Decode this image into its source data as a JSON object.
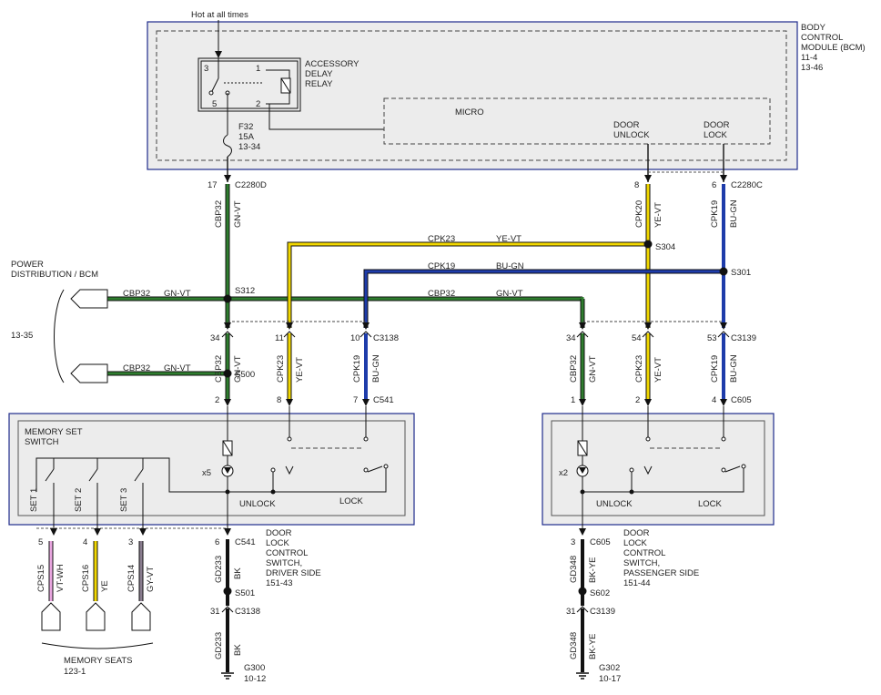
{
  "bcm": {
    "label": [
      "BODY",
      "CONTROL",
      "MODULE (BCM)",
      "11-4",
      "13-46"
    ],
    "hot": "Hot at all times",
    "relay_label": [
      "ACCESSORY",
      "DELAY",
      "RELAY"
    ],
    "relay_pins": {
      "p3": "3",
      "p1": "1",
      "p5": "5",
      "p2": "2"
    },
    "fuse": [
      "F32",
      "15A",
      "13-34"
    ],
    "micro": "MICRO",
    "door_unlock": [
      "DOOR",
      "UNLOCK"
    ],
    "door_lock": [
      "DOOR",
      "LOCK"
    ]
  },
  "connectors": {
    "c2280d_pin": "17",
    "c2280d": "C2280D",
    "c2280c_pin_unlock": "8",
    "c2280c_pin_lock": "6",
    "c2280c": "C2280C",
    "c3138_p1": "34",
    "c3138_p2": "11",
    "c3138_p3": "10",
    "c3138": "C3138",
    "c3139_p1": "34",
    "c3139_p2": "54",
    "c3139_p3": "53",
    "c3139": "C3139",
    "c541_p1": "2",
    "c541_p2": "8",
    "c541_p3": "7",
    "c541": "C541",
    "c605_p1": "1",
    "c605_p2": "2",
    "c605_p3": "4",
    "c605": "C605",
    "c541_gnd_pin": "6",
    "c541_gnd": "C541",
    "c3138_gnd_pin": "31",
    "c3138_gnd": "C3138",
    "c605_gnd_pin": "3",
    "c605_gnd": "C605",
    "c3139_gnd_pin": "31",
    "c3139_gnd": "C3139"
  },
  "splices": {
    "s312": "S312",
    "s500": "S500",
    "s304": "S304",
    "s301": "S301",
    "s501": "S501",
    "s602": "S602"
  },
  "wires": {
    "cbp32": "CBP32",
    "gn_vt": "GN-VT",
    "cpk23": "CPK23",
    "ye_vt": "YE-VT",
    "cpk19": "CPK19",
    "bu_gn": "BU-GN",
    "cpk20": "CPK20",
    "gd233": "GD233",
    "bk": "BK",
    "gd348": "GD348",
    "bk_ye": "BK-YE",
    "cps15": "CPS15",
    "vt_wh": "VT-WH",
    "cps16": "CPS16",
    "ye": "YE",
    "cps14": "CPS14",
    "gy_vt": "GY-VT"
  },
  "power": {
    "label": [
      "POWER",
      "DISTRIBUTION / BCM"
    ],
    "ref": "13-35"
  },
  "memory_switch": {
    "label": [
      "MEMORY SET",
      "SWITCH"
    ],
    "set1": "SET 1",
    "set2": "SET 2",
    "set3": "SET 3",
    "mult": "x5",
    "unlock": "UNLOCK",
    "lock": "LOCK",
    "pins": {
      "p5": "5",
      "p4": "4",
      "p3": "3"
    }
  },
  "passenger_switch": {
    "mult": "x2",
    "unlock": "UNLOCK",
    "lock": "LOCK"
  },
  "driver_desc": [
    "DOOR",
    "LOCK",
    "CONTROL",
    "SWITCH,",
    "DRIVER SIDE",
    "151-43"
  ],
  "passenger_desc": [
    "DOOR",
    "LOCK",
    "CONTROL",
    "SWITCH,",
    "PASSENGER SIDE",
    "151-44"
  ],
  "memory_seats": [
    "MEMORY SEATS",
    "123-1"
  ],
  "grounds": {
    "g300": "G300",
    "g300_ref": "10-12",
    "g302": "G302",
    "g302_ref": "10-17"
  },
  "colors": {
    "green": "#2e7d2e",
    "yellow": "#f2d800",
    "blue": "#1e3caa",
    "pink": "#e9a6e0",
    "gray": "#8a7d8f",
    "frame": "#1f2b8c"
  }
}
